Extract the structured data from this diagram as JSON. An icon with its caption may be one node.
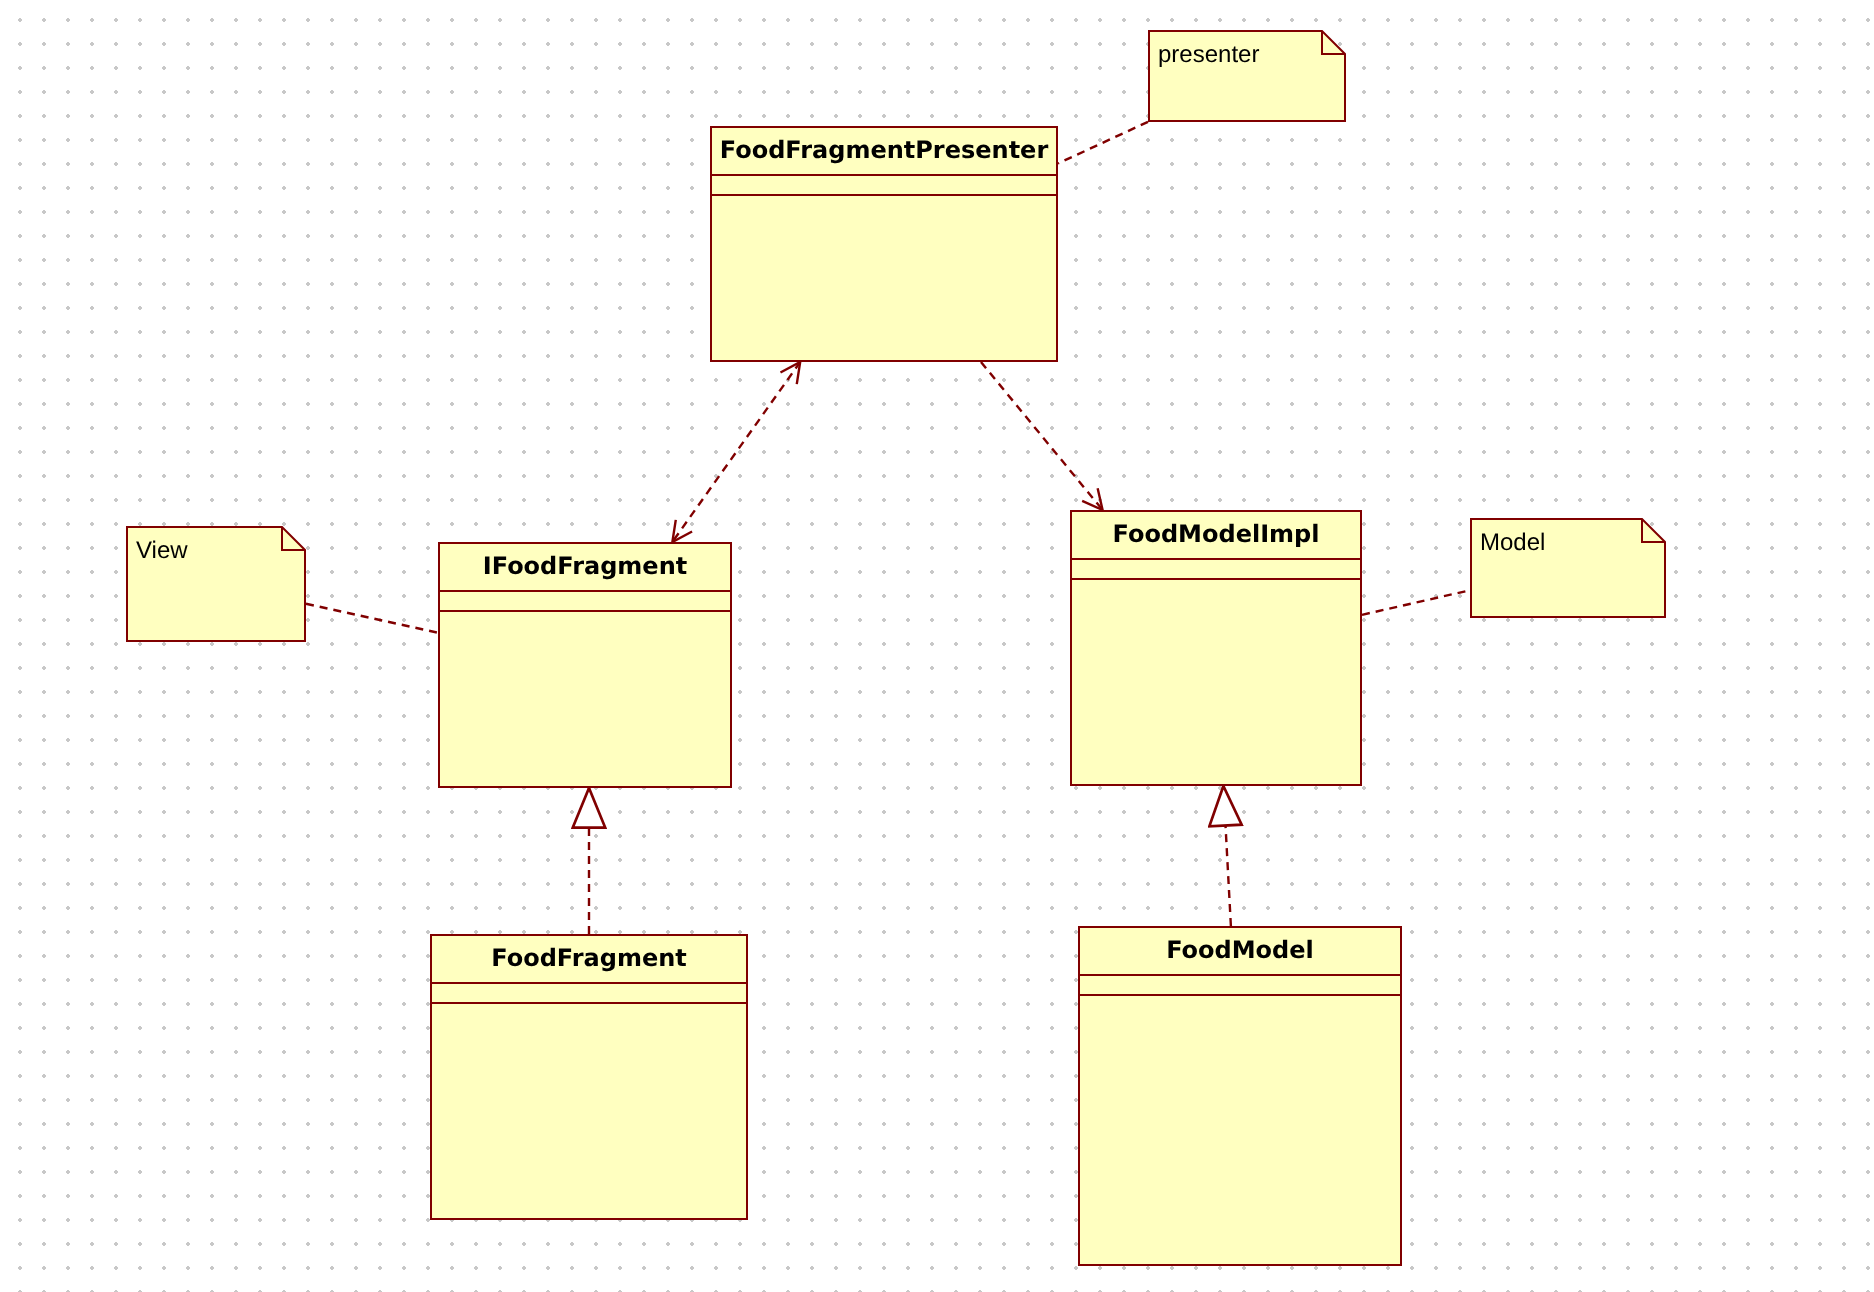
{
  "diagram": {
    "nodes": [
      {
        "text": [
          "FoodFragmentPresenter"
        ]
      },
      {
        "text": [
          "presenter"
        ]
      },
      {
        "text": [
          "View"
        ]
      },
      {
        "text": [
          "IFoodFragment"
        ]
      },
      {
        "text": [
          "FoodModelImpl"
        ]
      },
      {
        "text": [
          "Model"
        ]
      },
      {
        "text": [
          "FoodFragment"
        ]
      },
      {
        "text": [
          "FoodModel"
        ]
      }
    ],
    "edges": [
      {
        "from": 0,
        "to": 3,
        "arrow": "both",
        "style": "dashed"
      },
      {
        "from": 0,
        "to": 4,
        "arrow": "to",
        "style": "dashed"
      },
      {
        "from": 6,
        "to": 3,
        "arrow": "to",
        "style": "dashed"
      },
      {
        "from": 7,
        "to": 4,
        "arrow": "to",
        "style": "dashed"
      },
      {
        "from": 1,
        "to": 0,
        "arrow": "none",
        "style": "dashed"
      },
      {
        "from": 2,
        "to": 3,
        "arrow": "none",
        "style": "dashed"
      },
      {
        "from": 4,
        "to": 5,
        "arrow": "none",
        "style": "dashed"
      }
    ]
  }
}
